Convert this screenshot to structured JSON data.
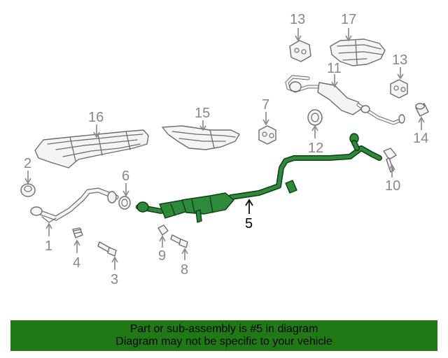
{
  "callouts": {
    "c1": "1",
    "c2": "2",
    "c3": "3",
    "c4": "4",
    "c5": "5",
    "c6": "6",
    "c7": "7",
    "c8": "8",
    "c9": "9",
    "c10": "10",
    "c11": "11",
    "c12": "12",
    "c13a": "13",
    "c13b": "13",
    "c14": "14",
    "c15": "15",
    "c16": "16",
    "c17": "17"
  },
  "banner": {
    "line1": "Part or sub-assembly is #5 in diagram",
    "line2": "Diagram may not be specific to your vehicle"
  },
  "colors": {
    "highlight": "#2c8a3a",
    "banner_bg": "#1f7a16",
    "outline": "#6d6d6d"
  }
}
